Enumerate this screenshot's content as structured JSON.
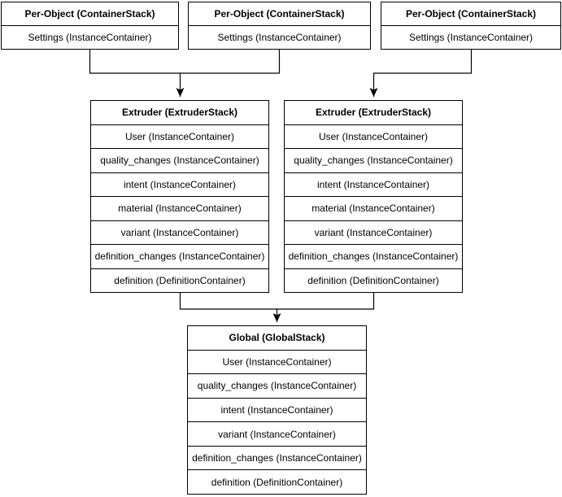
{
  "colors": {
    "background": "#ffffff",
    "box_fill": "#ffffff",
    "line": "#000000",
    "text": "#000000"
  },
  "per_object_stacks": [
    {
      "title": "Per-Object (ContainerStack)",
      "rows": [
        "Settings (InstanceContainer)"
      ]
    },
    {
      "title": "Per-Object (ContainerStack)",
      "rows": [
        "Settings (InstanceContainer)"
      ]
    },
    {
      "title": "Per-Object (ContainerStack)",
      "rows": [
        "Settings (InstanceContainer)"
      ]
    }
  ],
  "extruder_stacks": [
    {
      "title": "Extruder (ExtruderStack)",
      "rows": [
        "User (InstanceContainer)",
        "quality_changes (InstanceContainer)",
        "intent (InstanceContainer)",
        "material (InstanceContainer)",
        "variant (InstanceContainer)",
        "definition_changes (InstanceContainer)",
        "definition (DefinitionContainer)"
      ]
    },
    {
      "title": "Extruder (ExtruderStack)",
      "rows": [
        "User (InstanceContainer)",
        "quality_changes (InstanceContainer)",
        "intent (InstanceContainer)",
        "material (InstanceContainer)",
        "variant (InstanceContainer)",
        "definition_changes (InstanceContainer)",
        "definition (DefinitionContainer)"
      ]
    }
  ],
  "global_stack": {
    "title": "Global (GlobalStack)",
    "rows": [
      "User (InstanceContainer)",
      "quality_changes (InstanceContainer)",
      "intent (InstanceContainer)",
      "variant (InstanceContainer)",
      "definition_changes (InstanceContainer)",
      "definition (DefinitionContainer)"
    ]
  }
}
